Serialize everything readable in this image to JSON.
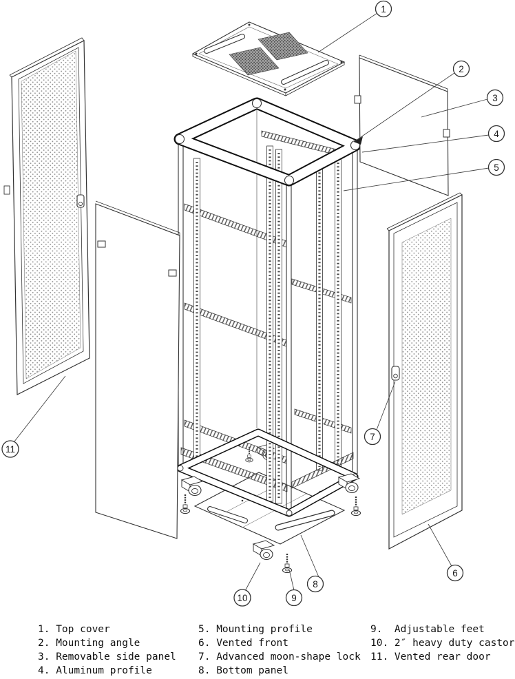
{
  "figure": {
    "description": "Exploded view diagram of a 19-inch server rack cabinet",
    "callout_numbers": [
      "1",
      "2",
      "3",
      "4",
      "5",
      "6",
      "7",
      "8",
      "9",
      "10",
      "11"
    ]
  },
  "legend": {
    "col1": [
      "1. Top cover",
      "2. Mounting angle",
      "3. Removable side panel",
      "4. Aluminum profile"
    ],
    "col2": [
      "5. Mounting profile",
      "6. Vented front",
      "7. Advanced moon-shape lock",
      "8. Bottom panel"
    ],
    "col3": [
      "9.  Adjustable feet",
      "10. 2″ heavy duty castor",
      "11. Vented rear door"
    ]
  },
  "colors": {
    "line": "#333333",
    "leader": "#444444",
    "mesh": "#8d8d8d",
    "dark_mesh": "#3f3f3f",
    "background": "#ffffff"
  }
}
